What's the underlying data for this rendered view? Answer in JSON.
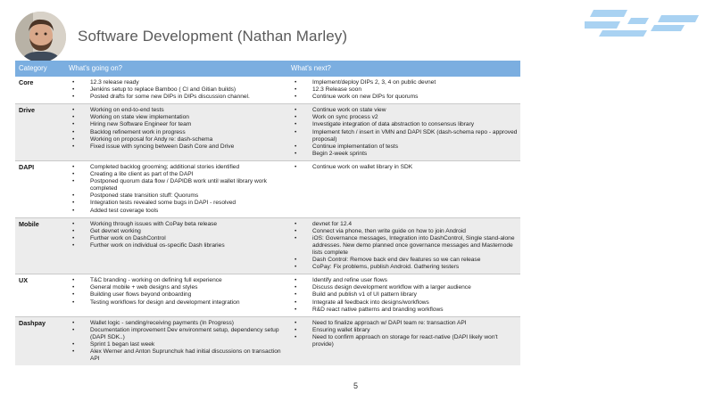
{
  "slide": {
    "title": "Software Development (Nathan Marley)",
    "page_number": "5",
    "accent_color": "#7baee0",
    "logo_color": "#a9d2f2"
  },
  "table": {
    "headers": {
      "category": "Category",
      "now": "What's going on?",
      "next": "What's next?"
    },
    "rows": [
      {
        "category": "Core",
        "now": [
          "12.3 release ready",
          "Jenkins setup to replace  Bamboo ( CI and Gitian builds)",
          "Posted drafts for some new DIPs in DIPs discussion channel."
        ],
        "next": [
          "Implement/deploy DIPs 2, 3, 4 on public devnet",
          "12.3 Release soon",
          "Continue work on new DIPs for quorums"
        ]
      },
      {
        "category": "Drive",
        "now": [
          "Working on end-to-end tests",
          "Working on state view implementation",
          "Hiring new Software Engineer for team",
          "Backlog refinement work in progress",
          "Working on proposal for Andy re: dash-schema",
          "Fixed issue with syncing between Dash Core and Drive"
        ],
        "next": [
          "Continue work on state view",
          "Work on sync process v2",
          "Investigate integration of data abstraction to consensus library",
          "Implement fetch / insert in VMN and DAPI SDK (dash-schema repo - approved proposal)",
          "Continue implementation of tests",
          "Begin 2-week sprints"
        ]
      },
      {
        "category": "DAPI",
        "now": [
          "Completed backlog grooming; additional stories identified",
          "Creating a lite client as part of the DAPI",
          "Postponed quorum data flow / DAPIDB work until wallet library work completed",
          "Postponed state transition stuff: Quorums",
          "Integration tests revealed some bugs in DAPI - resolved",
          "Added test coverage tools"
        ],
        "next": [
          "Continue work on wallet library in SDK"
        ]
      },
      {
        "category": "Mobile",
        "now": [
          "Working through issues with CoPay beta release",
          "Get devnet working",
          "Further work on DashControl",
          "Further work on individual os-specific Dash libraries"
        ],
        "next": [
          "devnet for 12.4",
          "Connect via phone, then write guide on how to join Android",
          "iOS:  Governance messages, Integration into DashControl, Single stand-alone addresses. New demo planned once governance messages and Masternode lists complete",
          "Dash Control: Remove back end dev  features so we can release",
          "CoPay: Fix problems, publish Android. Gathering testers"
        ]
      },
      {
        "category": "UX",
        "now": [
          "T&C branding - working on defining full experience",
          "General mobile + web designs and styles",
          "Building user flows beyond onboarding",
          "Testing workflows for design and development integration"
        ],
        "next": [
          "Identify and refine user flows",
          "Discuss design development workflow with a larger audience",
          "Build and publish v1 of UI pattern library",
          "Integrate all feedback into designs/workflows",
          "R&D react native patterns and branding workflows"
        ]
      },
      {
        "category": "Dashpay",
        "now": [
          "Wallet logic - sending/receiving payments (In Progress)",
          "Documentation improvement Dev environment setup, dependency setup (DAPI SDK..)",
          "Sprint 1 began last week",
          "Alex Werner and Anton Suprunchuk had initial discussions on transaction API"
        ],
        "next": [
          "Need to finalize approach w/ DAPI team re: transaction API",
          "Ensuring wallet library",
          "Need to confirm approach on storage for react-native (DAPI likely won't provide)"
        ]
      }
    ]
  }
}
